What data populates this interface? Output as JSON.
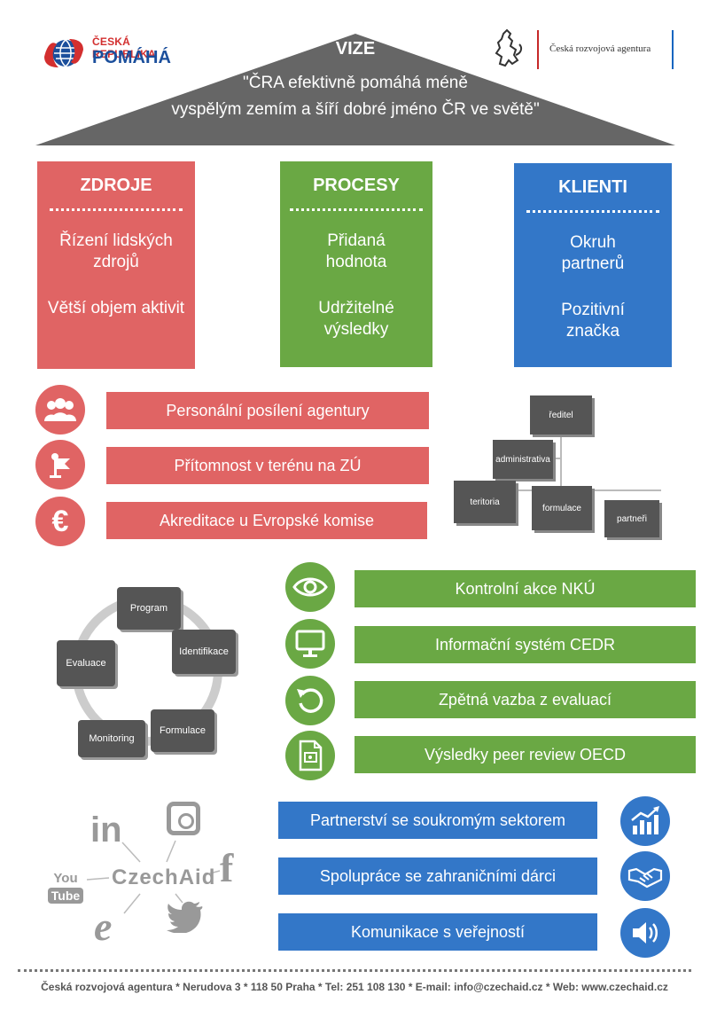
{
  "header": {
    "brand_top": "ČESKÁ REPUBLIKA",
    "brand_bottom": "POMÁHÁ",
    "agency": "Česká rozvojová agentura"
  },
  "vision": {
    "title": "VIZE",
    "line1": "\"ČRA efektivně pomáhá méně",
    "line2": "vyspělým zemím a šíří dobré jméno ČR ve světě\""
  },
  "pillars": [
    {
      "title": "ZDROJE",
      "items": [
        "Řízení lidských zdrojů",
        "Větší objem aktivit"
      ]
    },
    {
      "title": "PROCESY",
      "items": [
        "Přidaná hodnota",
        "Udržitelné výsledky"
      ]
    },
    {
      "title": "KLIENTI",
      "items": [
        "Okruh partnerů",
        "Pozitivní značka"
      ]
    }
  ],
  "red_bars": [
    "Personální posílení agentury",
    "Přítomnost v terénu na ZÚ",
    "Akreditace u Evropské komise"
  ],
  "red_icons": [
    "people-icon",
    "flag-icon",
    "euro-icon"
  ],
  "org_chart": {
    "top": "ředitel",
    "middle": "administrativa",
    "bottom": [
      "teritoria",
      "formulace",
      "partneři"
    ]
  },
  "cycle": [
    "Program",
    "Identifikace",
    "Formulace",
    "Monitoring",
    "Evaluace"
  ],
  "green_bars": [
    "Kontrolní akce NKÚ",
    "Informační systém CEDR",
    "Zpětná vazba z evaluací",
    "Výsledky peer review OECD"
  ],
  "green_icons": [
    "eye-icon",
    "monitor-icon",
    "refresh-icon",
    "document-icon"
  ],
  "social": {
    "center": "CzechAid",
    "linkedin": "in",
    "youtube_top": "You",
    "youtube_bottom": "Tube",
    "facebook": "f",
    "ie": "e"
  },
  "blue_bars": [
    "Partnerství se soukromým sektorem",
    "Spolupráce se zahraničními dárci",
    "Komunikace s veřejností"
  ],
  "blue_icons": [
    "chart-icon",
    "handshake-icon",
    "speaker-icon"
  ],
  "footer": "Česká rozvojová agentura * Nerudova 3 * 118 50 Praha * Tel: 251 108 130 * E-mail: info@czechaid.cz * Web: www.czechaid.cz",
  "colors": {
    "red": "#e06464",
    "green": "#6aa844",
    "blue": "#3377c8",
    "roof": "#666666"
  }
}
